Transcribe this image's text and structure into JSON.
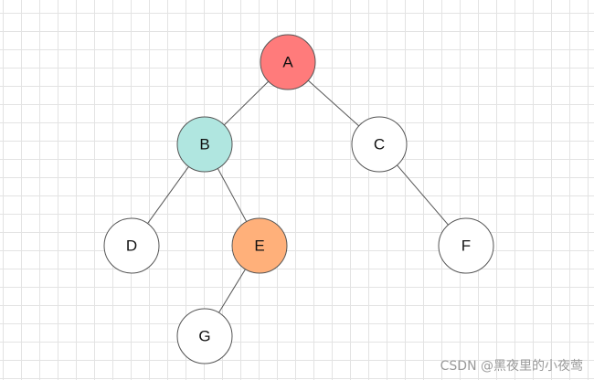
{
  "tree": {
    "nodes": [
      {
        "id": "A",
        "label": "A",
        "fill": "#ff7b7b"
      },
      {
        "id": "B",
        "label": "B",
        "fill": "#b0e6e0"
      },
      {
        "id": "C",
        "label": "C",
        "fill": "#ffffff"
      },
      {
        "id": "D",
        "label": "D",
        "fill": "#ffffff"
      },
      {
        "id": "E",
        "label": "E",
        "fill": "#ffb07a"
      },
      {
        "id": "F",
        "label": "F",
        "fill": "#ffffff"
      },
      {
        "id": "G",
        "label": "G",
        "fill": "#ffffff"
      }
    ],
    "edges": [
      {
        "from": "A",
        "to": "B"
      },
      {
        "from": "A",
        "to": "C"
      },
      {
        "from": "B",
        "to": "D"
      },
      {
        "from": "B",
        "to": "E"
      },
      {
        "from": "C",
        "to": "F"
      },
      {
        "from": "E",
        "to": "G"
      }
    ]
  },
  "watermark": "CSDN @黑夜里的小夜莺"
}
